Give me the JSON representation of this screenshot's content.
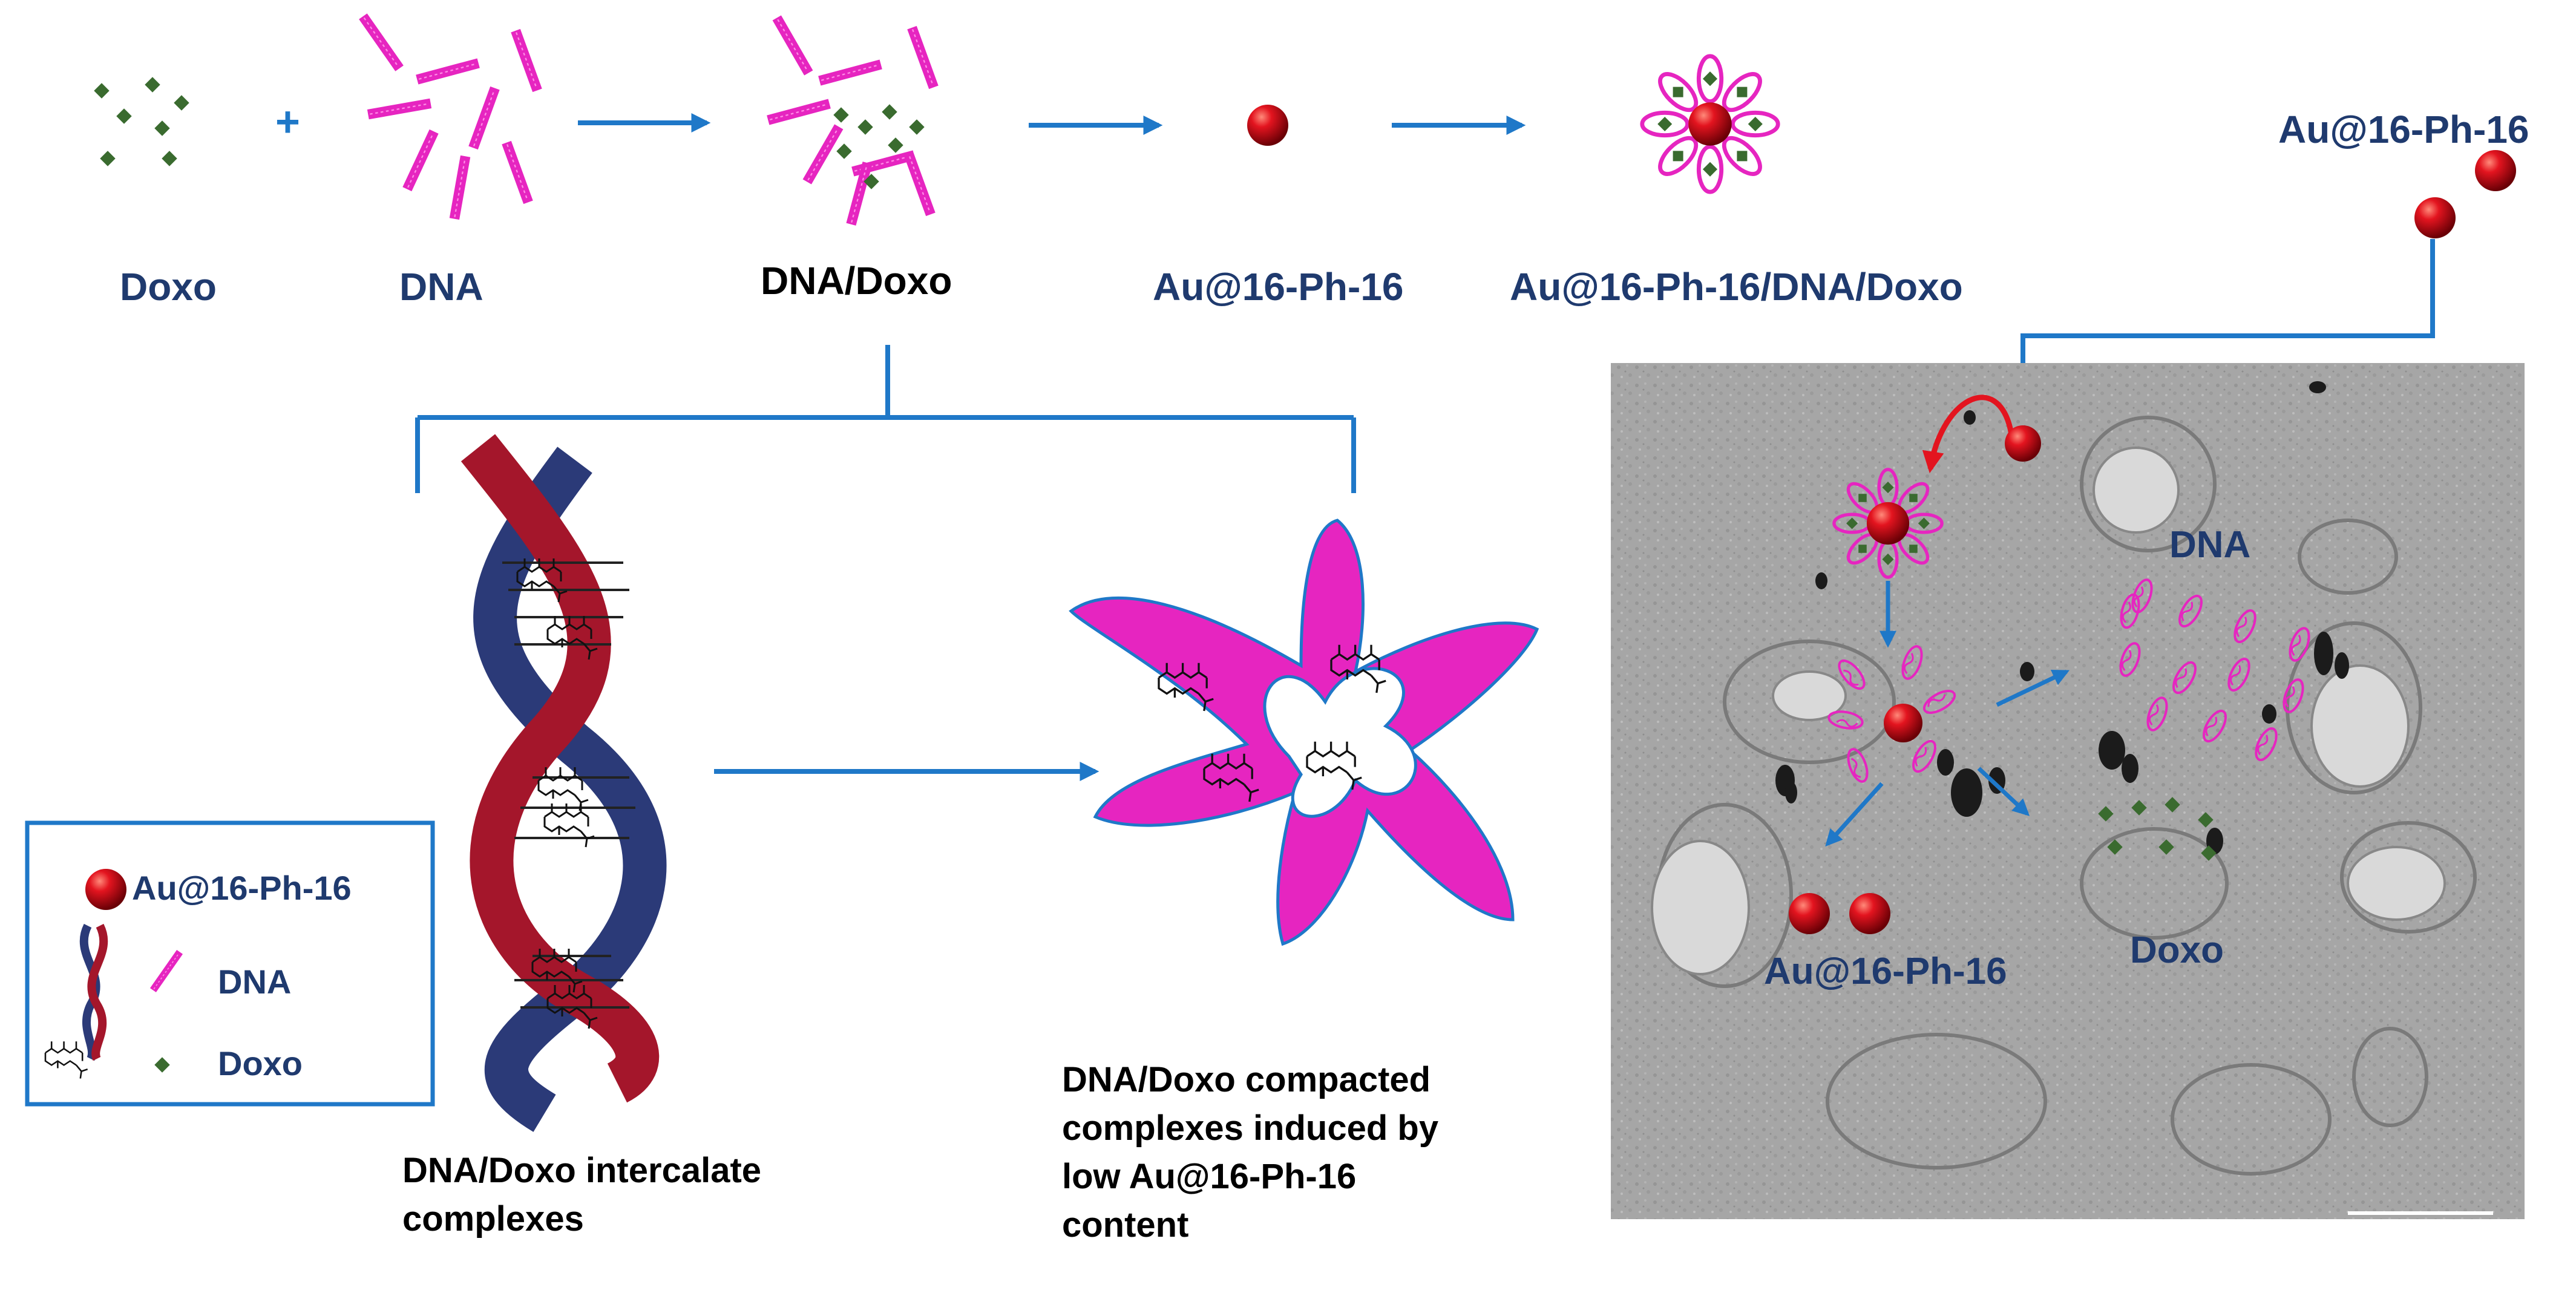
{
  "top_labels": {
    "doxo": "Doxo",
    "dna": "DNA",
    "dna_doxo": "DNA/Doxo",
    "au": "Au@16-Ph-16",
    "complex": "Au@16-Ph-16/DNA/Doxo",
    "au_corner": "Au@16-Ph-16",
    "plus": "+"
  },
  "legend": {
    "au": "Au@16-Ph-16",
    "dna": "DNA",
    "doxo": "Doxo"
  },
  "em_labels": {
    "dna": "DNA",
    "au": "Au@16-Ph-16",
    "doxo": "Doxo"
  },
  "captions": {
    "intercalate": [
      "DNA/Doxo    intercalate",
      "complexes"
    ],
    "compacted": [
      "DNA/Doxo  compacted",
      "complexes  induced  by",
      "low          Au@16-Ph-16",
      "content"
    ]
  },
  "colors": {
    "label": "#1f3a6e",
    "arrow": "#1f78c8",
    "dna_magenta": "#e625c0",
    "doxo_green": "#3a6b2f",
    "gold_red": "#c8101a"
  }
}
